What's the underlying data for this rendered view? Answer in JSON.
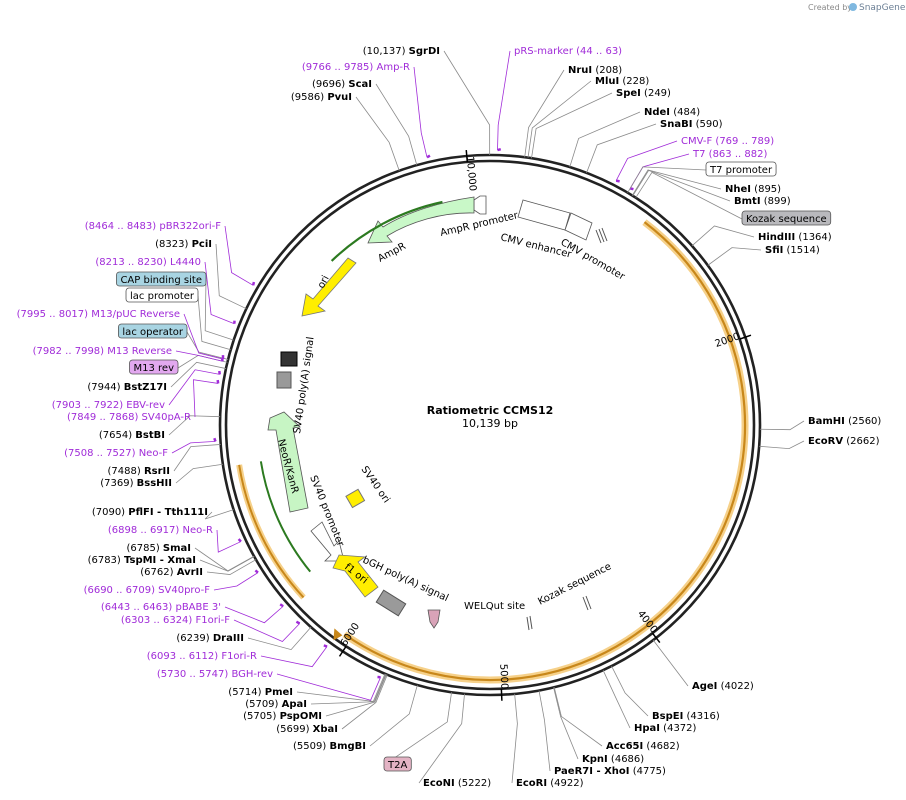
{
  "credit": {
    "created_by": "Created by",
    "brand": "SnapGene"
  },
  "plasmid": {
    "name": "Ratiometric CCMS12",
    "length_label": "10,139 bp",
    "length": 10139
  },
  "features": {
    "ampr_promoter": "AmpR promoter",
    "ampr": "AmpR",
    "cmv_enhancer": "CMV enhancer",
    "cmv_promoter": "CMV promoter",
    "ori": "ori",
    "sv40pa": "SV40 poly(A) signal",
    "neor": "NeoR/KanR",
    "sv40_promoter": "SV40 promoter",
    "sv40_ori": "SV40 ori",
    "f1_ori": "f1 ori",
    "bgh": "bGH poly(A) signal",
    "welqut": "WELQut site",
    "kozak_inner": "Kozak sequence"
  },
  "ticks": [
    "2000",
    "4000",
    "6000",
    "5000",
    "10,000"
  ],
  "sites": [
    {
      "id": "sgrdi",
      "kind": "enzyme",
      "name": "SgrDI",
      "pos": "(10,137)",
      "positions": [
        10137
      ]
    },
    {
      "id": "prs-marker",
      "kind": "primer",
      "name": "pRS-marker",
      "pos": "(44 .. 63)",
      "positions": [
        44,
        63
      ]
    },
    {
      "id": "nrui",
      "kind": "enzyme",
      "name": "NruI",
      "pos": "(208)",
      "positions": [
        208
      ]
    },
    {
      "id": "mlui",
      "kind": "enzyme",
      "name": "MluI",
      "pos": "(228)",
      "positions": [
        228
      ]
    },
    {
      "id": "spei",
      "kind": "enzyme",
      "name": "SpeI",
      "pos": "(249)",
      "positions": [
        249
      ]
    },
    {
      "id": "ndei",
      "kind": "enzyme",
      "name": "NdeI",
      "pos": "(484)",
      "positions": [
        484
      ]
    },
    {
      "id": "snabi",
      "kind": "enzyme",
      "name": "SnaBI",
      "pos": "(590)",
      "positions": [
        590
      ]
    },
    {
      "id": "cmv-f",
      "kind": "primer",
      "name": "CMV-F",
      "pos": "(769 .. 789)",
      "positions": [
        769,
        789
      ]
    },
    {
      "id": "t7",
      "kind": "primer",
      "name": "T7",
      "pos": "(863 .. 882)",
      "positions": [
        863,
        882
      ]
    },
    {
      "id": "t7-promoter",
      "kind": "feature-white",
      "name": "T7 promoter",
      "pos": "",
      "positions": [
        863
      ]
    },
    {
      "id": "nhei",
      "kind": "enzyme",
      "name": "NheI",
      "pos": "(895)",
      "positions": [
        895
      ]
    },
    {
      "id": "bmti",
      "kind": "enzyme",
      "name": "BmtI",
      "pos": "(899)",
      "positions": [
        899
      ]
    },
    {
      "id": "kozak",
      "kind": "feature-grey",
      "name": "Kozak sequence",
      "pos": "",
      "positions": [
        920
      ]
    },
    {
      "id": "hindiii",
      "kind": "enzyme",
      "name": "HindIII",
      "pos": "(1364)",
      "positions": [
        1364
      ]
    },
    {
      "id": "sfii",
      "kind": "enzyme",
      "name": "SfiI",
      "pos": "(1514)",
      "positions": [
        1514
      ]
    },
    {
      "id": "bamhi",
      "kind": "enzyme",
      "name": "BamHI",
      "pos": "(2560)",
      "positions": [
        2560
      ]
    },
    {
      "id": "ecorv",
      "kind": "enzyme",
      "name": "EcoRV",
      "pos": "(2662)",
      "positions": [
        2662
      ]
    },
    {
      "id": "agei",
      "kind": "enzyme",
      "name": "AgeI",
      "pos": "(4022)",
      "positions": [
        4022
      ]
    },
    {
      "id": "bspei",
      "kind": "enzyme",
      "name": "BspEI",
      "pos": "(4316)",
      "positions": [
        4316
      ]
    },
    {
      "id": "hpai",
      "kind": "enzyme",
      "name": "HpaI",
      "pos": "(4372)",
      "positions": [
        4372
      ]
    },
    {
      "id": "acc65i",
      "kind": "enzyme",
      "name": "Acc65I",
      "pos": "(4682)",
      "positions": [
        4682
      ]
    },
    {
      "id": "kpni",
      "kind": "enzyme",
      "name": "KpnI",
      "pos": "(4686)",
      "positions": [
        4686
      ]
    },
    {
      "id": "paer7i",
      "kind": "enzyme",
      "name": "PaeR7I - XhoI",
      "pos": "(4775)",
      "positions": [
        4775
      ]
    },
    {
      "id": "ecori",
      "kind": "enzyme",
      "name": "EcoRI",
      "pos": "(4922)",
      "positions": [
        4922
      ]
    },
    {
      "id": "econi",
      "kind": "enzyme",
      "name": "EcoNI",
      "pos": "(5222)",
      "positions": [
        5222
      ]
    },
    {
      "id": "t2a",
      "kind": "feature-pink",
      "name": "T2A",
      "pos": "",
      "positions": [
        5300
      ]
    },
    {
      "id": "bmgbi",
      "kind": "enzyme",
      "name": "BmgBI",
      "pos": "(5509)",
      "positions": [
        5509
      ]
    },
    {
      "id": "xbai",
      "kind": "enzyme",
      "name": "XbaI",
      "pos": "(5699)",
      "positions": [
        5699
      ]
    },
    {
      "id": "pspomi",
      "kind": "enzyme",
      "name": "PspOMI",
      "pos": "(5705)",
      "positions": [
        5705
      ]
    },
    {
      "id": "apai",
      "kind": "enzyme",
      "name": "ApaI",
      "pos": "(5709)",
      "positions": [
        5709
      ]
    },
    {
      "id": "pmei",
      "kind": "enzyme",
      "name": "PmeI",
      "pos": "(5714)",
      "positions": [
        5714
      ]
    },
    {
      "id": "bgh-rev",
      "kind": "primer",
      "name": "BGH-rev",
      "pos": "(5730 .. 5747)",
      "positions": [
        5730,
        5747
      ]
    },
    {
      "id": "f1ori-r",
      "kind": "primer",
      "name": "F1ori-R",
      "pos": "(6093 .. 6112)",
      "positions": [
        6093,
        6112
      ]
    },
    {
      "id": "draiii",
      "kind": "enzyme",
      "name": "DraIII",
      "pos": "(6239)",
      "positions": [
        6239
      ]
    },
    {
      "id": "f1ori-f",
      "kind": "primer",
      "name": "F1ori-F",
      "pos": "(6303 .. 6324)",
      "positions": [
        6303,
        6324
      ]
    },
    {
      "id": "pbabe3",
      "kind": "primer",
      "name": "pBABE 3'",
      "pos": "(6443 .. 6463)",
      "positions": [
        6443,
        6463
      ]
    },
    {
      "id": "sv40pro-f",
      "kind": "primer",
      "name": "SV40pro-F",
      "pos": "(6690 .. 6709)",
      "positions": [
        6690,
        6709
      ]
    },
    {
      "id": "avrii",
      "kind": "enzyme",
      "name": "AvrII",
      "pos": "(6762)",
      "positions": [
        6762
      ]
    },
    {
      "id": "tspmi",
      "kind": "enzyme",
      "name": "TspMI - XmaI",
      "pos": "(6783)",
      "positions": [
        6783
      ]
    },
    {
      "id": "smai",
      "kind": "enzyme",
      "name": "SmaI",
      "pos": "(6785)",
      "positions": [
        6785
      ]
    },
    {
      "id": "neo-r",
      "kind": "primer",
      "name": "Neo-R",
      "pos": "(6898 .. 6917)",
      "positions": [
        6898,
        6917
      ]
    },
    {
      "id": "pflfi",
      "kind": "enzyme",
      "name": "PflFI - Tth111I",
      "pos": "(7090)",
      "positions": [
        7090
      ]
    },
    {
      "id": "bsshii",
      "kind": "enzyme",
      "name": "BssHII",
      "pos": "(7369)",
      "positions": [
        7369
      ]
    },
    {
      "id": "rsrii",
      "kind": "enzyme",
      "name": "RsrII",
      "pos": "(7488)",
      "positions": [
        7488
      ]
    },
    {
      "id": "neo-f",
      "kind": "primer",
      "name": "Neo-F",
      "pos": "(7508 .. 7527)",
      "positions": [
        7508,
        7527
      ]
    },
    {
      "id": "bstbi",
      "kind": "enzyme",
      "name": "BstBI",
      "pos": "(7654)",
      "positions": [
        7654
      ]
    },
    {
      "id": "sv40pa-r",
      "kind": "primer",
      "name": "SV40pA-R",
      "pos": "(7849 .. 7868)",
      "positions": [
        7849,
        7868
      ]
    },
    {
      "id": "ebv-rev",
      "kind": "primer",
      "name": "EBV-rev",
      "pos": "(7903 .. 7922)",
      "positions": [
        7903,
        7922
      ]
    },
    {
      "id": "bstz17i",
      "kind": "enzyme",
      "name": "BstZ17I",
      "pos": "(7944)",
      "positions": [
        7944
      ]
    },
    {
      "id": "m13rev",
      "kind": "feature-purple",
      "name": "M13 rev",
      "pos": "",
      "positions": [
        7982
      ]
    },
    {
      "id": "m13reverse",
      "kind": "primer",
      "name": "M13 Reverse",
      "pos": "(7982 .. 7998)",
      "positions": [
        7982,
        7998
      ]
    },
    {
      "id": "lac-operator",
      "kind": "feature-blue",
      "name": "lac operator",
      "pos": "",
      "positions": [
        8000
      ]
    },
    {
      "id": "m13puc",
      "kind": "primer",
      "name": "M13/pUC Reverse",
      "pos": "(7995 .. 8017)",
      "positions": [
        7995,
        8017
      ]
    },
    {
      "id": "lac-promoter",
      "kind": "feature-white",
      "name": "lac promoter",
      "pos": "",
      "positions": [
        8060
      ]
    },
    {
      "id": "cap",
      "kind": "feature-blue",
      "name": "CAP binding site",
      "pos": "",
      "positions": [
        8120
      ]
    },
    {
      "id": "l4440",
      "kind": "primer",
      "name": "L4440",
      "pos": "(8213 .. 8230)",
      "positions": [
        8213,
        8230
      ]
    },
    {
      "id": "pcii",
      "kind": "enzyme",
      "name": "PciI",
      "pos": "(8323)",
      "positions": [
        8323
      ]
    },
    {
      "id": "pbr322",
      "kind": "primer",
      "name": "pBR322ori-F",
      "pos": "(8464 .. 8483)",
      "positions": [
        8464,
        8483
      ]
    },
    {
      "id": "pvui",
      "kind": "enzyme",
      "name": "PvuI",
      "pos": "(9586)",
      "positions": [
        9586
      ]
    },
    {
      "id": "scai",
      "kind": "enzyme",
      "name": "ScaI",
      "pos": "(9696)",
      "positions": [
        9696
      ]
    },
    {
      "id": "amp-r",
      "kind": "primer",
      "name": "Amp-R",
      "pos": "(9766 .. 9785)",
      "positions": [
        9766,
        9785
      ]
    }
  ]
}
